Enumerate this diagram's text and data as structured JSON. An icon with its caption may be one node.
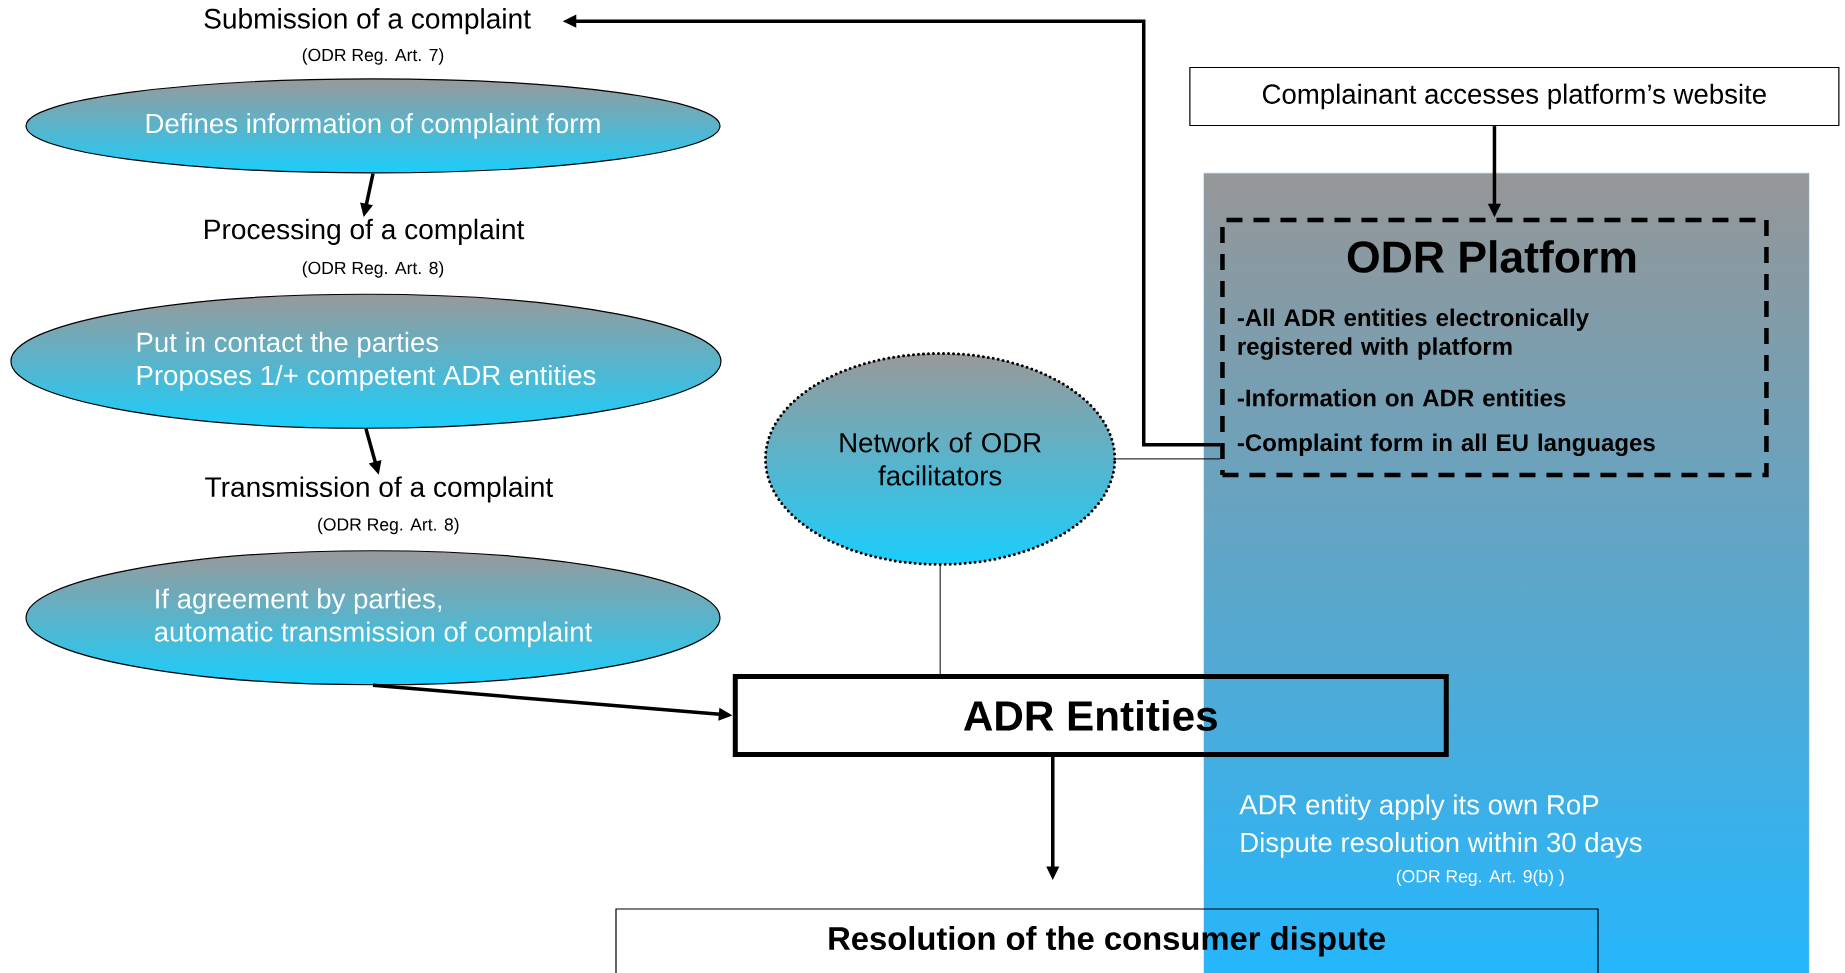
{
  "diagram": {
    "nodes": [
      {
        "text": [
          "Submission of a complaint",
          "(ODR Reg. Art. 7)",
          "Defines information of complaint form"
        ]
      },
      {
        "text": [
          "Processing of a complaint",
          "(ODR Reg. Art. 8)",
          "Put in contact the parties",
          "Proposes 1/+ competent ADR entities"
        ]
      },
      {
        "text": [
          "Transmission of a complaint",
          "(ODR Reg. Art. 8)",
          "If agreement by parties,",
          "automatic transmission of complaint"
        ]
      },
      {
        "text": [
          "Complainant accesses platform’s website"
        ]
      },
      {
        "text": [
          "ADR entity apply its own RoP",
          "Dispute resolution within 30 days",
          "(ODR Reg. Art. 9(b) )"
        ]
      },
      {
        "text": [
          "ODR Platform",
          "-All ADR entities electronically registered with platform",
          "-Information on ADR entities",
          "-Complaint form in all EU languages"
        ],
        "in": 4
      },
      {
        "text": [
          "Network of ODR facilitators"
        ]
      },
      {
        "text": [
          "ADR Entities"
        ]
      },
      {
        "text": [
          "Resolution of the consumer dispute"
        ]
      }
    ],
    "edges": [
      {
        "from": 0,
        "to": 1,
        "arrow": "to"
      },
      {
        "from": 1,
        "to": 2,
        "arrow": "to"
      },
      {
        "from": 2,
        "to": 7,
        "arrow": "to"
      },
      {
        "from": 3,
        "to": 5,
        "arrow": "to"
      },
      {
        "from": 5,
        "to": 0,
        "arrow": "to"
      },
      {
        "from": 6,
        "to": 5,
        "arrow": "none"
      },
      {
        "from": 6,
        "to": 7,
        "arrow": "none"
      },
      {
        "from": 7,
        "to": 8,
        "arrow": "to"
      }
    ]
  }
}
